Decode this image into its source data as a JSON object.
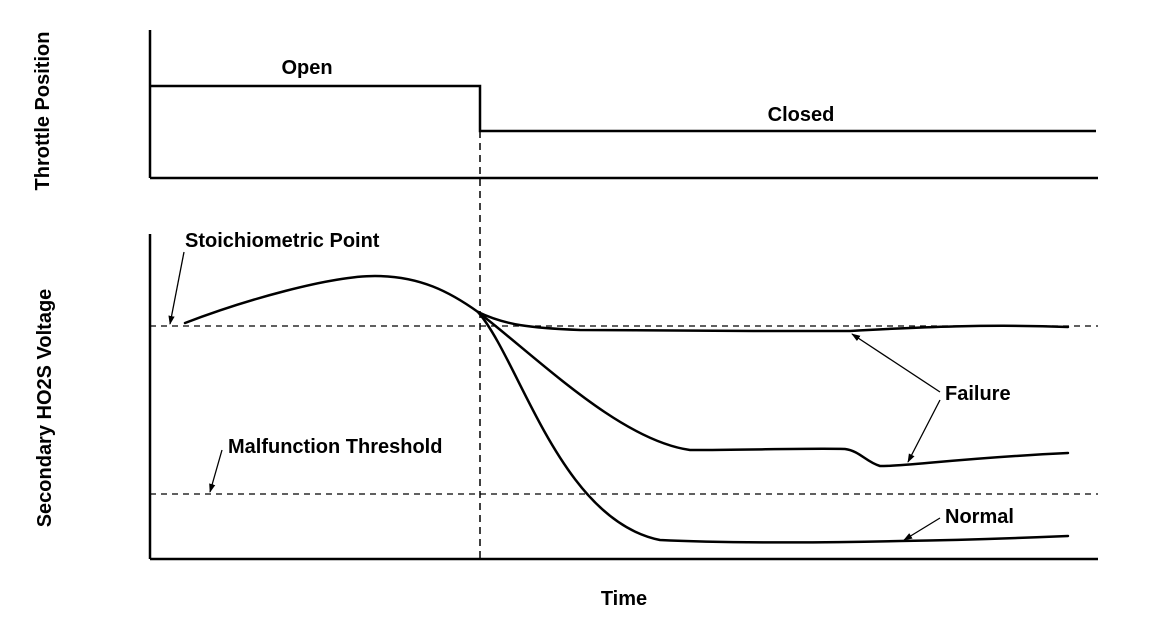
{
  "throttle_chart": {
    "ylabel": "Throttle Position",
    "open_label": "Open",
    "closed_label": "Closed"
  },
  "voltage_chart": {
    "ylabel": "Secondary HO2S Voltage",
    "xlabel": "Time",
    "stoich_label": "Stoichiometric Point",
    "malfunction_label": "Malfunction Threshold",
    "failure_label": "Failure",
    "normal_label": "Normal"
  }
}
